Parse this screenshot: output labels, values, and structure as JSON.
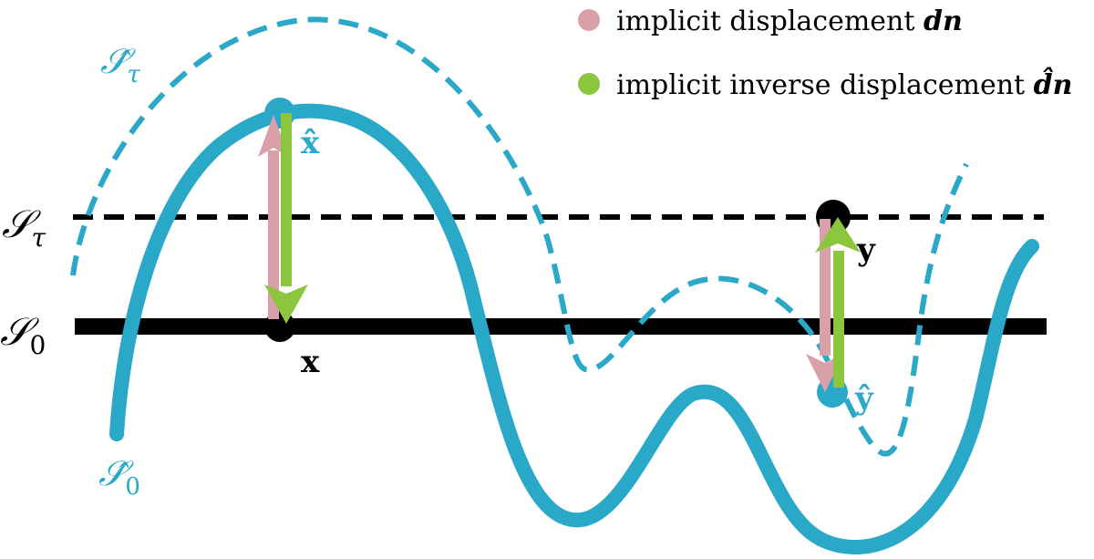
{
  "legend": {
    "items": [
      {
        "label": "implicit displacement ",
        "symbol": "dn",
        "color": "#d9a0a7"
      },
      {
        "label": "implicit inverse displacement ",
        "symbol": "d̂n",
        "color": "#8cc63f"
      }
    ]
  },
  "labels": {
    "s_tau_left": "𝒮",
    "s_tau_left_sub": "τ",
    "s_zero_left": "𝒮",
    "s_zero_left_sub": "0",
    "s_tau_hat": "𝒮̂",
    "s_tau_hat_sub": "τ",
    "s_zero_hat": "𝒮̂",
    "s_zero_hat_sub": "0",
    "point_x": "x",
    "point_x_hat": "x̂",
    "point_y": "y",
    "point_y_hat": "ŷ"
  },
  "colors": {
    "blue": "#2aa8c8",
    "black": "#000000",
    "pink": "#d9a0a7",
    "green": "#8cc63f"
  }
}
